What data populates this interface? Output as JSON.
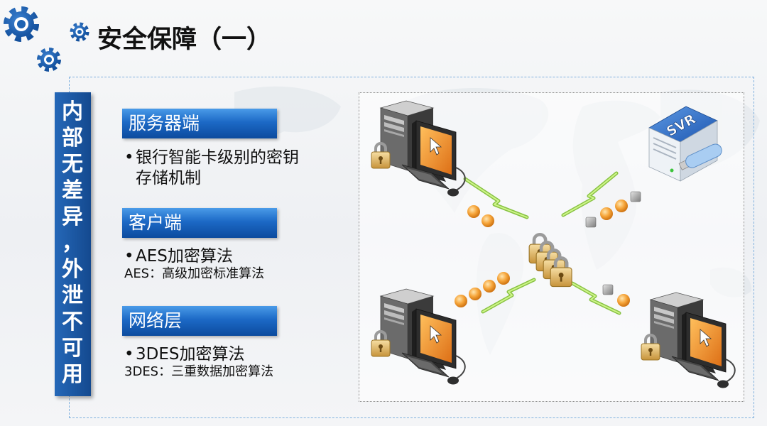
{
  "slide": {
    "title": "安全保障（一）",
    "banner_text": "内部无差异，外泄不可用",
    "sections": [
      {
        "header": "服务器端",
        "bullet": "银行智能卡级别的密钥存储机制"
      },
      {
        "header": "客户端",
        "bullet": "AES加密算法",
        "note": "AES：高级加密标准算法"
      },
      {
        "header": "网络层",
        "bullet": "3DES加密算法",
        "note": "3DES：三重数据加密算法"
      }
    ]
  },
  "diagram": {
    "server_label": "SVR",
    "icons": [
      "computer-icon",
      "server-icon",
      "padlock-icon",
      "lightning-bolt-icon",
      "data-packet-icon"
    ]
  },
  "decor": {
    "icons": [
      "gear-icon"
    ]
  },
  "colors": {
    "accent_blue": "#1b5fb0",
    "header_blue": "#1c69c6",
    "screen_orange": "#f29a2e",
    "bolt_green": "#8fd63a",
    "lock_gold": "#d9b060"
  }
}
